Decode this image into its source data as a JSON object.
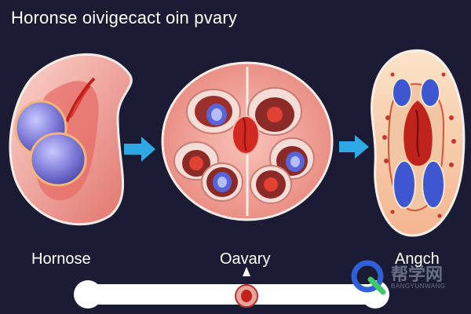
{
  "title": "Horonse oivigecact oin pvary",
  "labels": {
    "left": "Hornose",
    "middle": "Oavary",
    "right": "Angch"
  },
  "watermark": {
    "brand": "帮学网",
    "sub": "BANGYUNWANG"
  },
  "colors": {
    "background": "#1b1b33",
    "arrow": "#2fa9e6",
    "tissue_pink": "#f4a9a0",
    "tissue_red": "#c9302c",
    "follicle_blue": "#4a5bd6"
  }
}
